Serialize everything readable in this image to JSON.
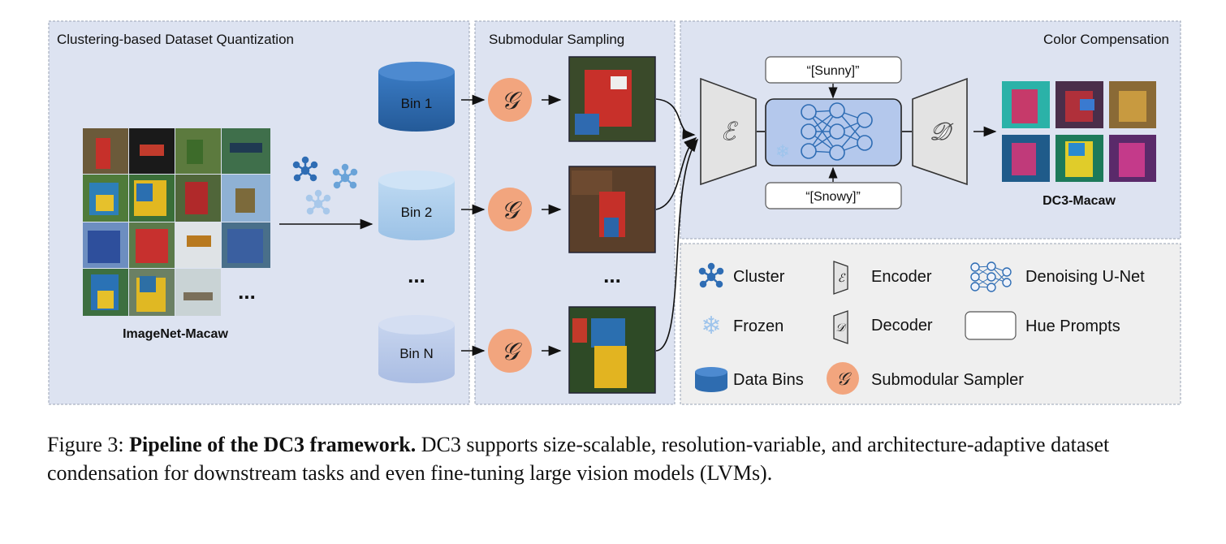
{
  "panels": {
    "quantization_title": "Clustering-based Dataset Quantization",
    "sampling_title": "Submodular Sampling",
    "compensation_title": "Color Compensation"
  },
  "dataset": {
    "input_label": "ImageNet-Macaw",
    "output_label": "DC3-Macaw",
    "ellipsis": "..."
  },
  "bins": [
    "Bin 1",
    "Bin 2",
    "Bin N"
  ],
  "bin_ellipsis": "...",
  "sampler_symbol": "𝒢",
  "encoder_symbol": "ℰ",
  "decoder_symbol": "𝒟",
  "prompts": {
    "top": "“[Sunny]”",
    "bottom": "“[Snowy]”"
  },
  "legend": {
    "cluster": "Cluster",
    "encoder": "Encoder",
    "unet": "Denoising U-Net",
    "frozen": "Frozen",
    "decoder": "Decoder",
    "hue_prompts": "Hue Prompts",
    "data_bins": "Data Bins",
    "sampler": "Submodular Sampler"
  },
  "colors": {
    "panel_bg": "#dde3f1",
    "legend_bg": "#efefef",
    "bin1": "#2e6cb0",
    "bin2": "#a9cbea",
    "binN": "#b9c9e8",
    "sampler": "#f2a57e",
    "cluster_icon": "#2f6db4"
  },
  "caption": {
    "label": "Figure 3:",
    "title": "Pipeline of the DC3 framework.",
    "text": "DC3 supports size-scalable, resolution-variable, and architecture-adaptive dataset condensation for downstream tasks and even fine-tuning large vision models (LVMs)."
  }
}
